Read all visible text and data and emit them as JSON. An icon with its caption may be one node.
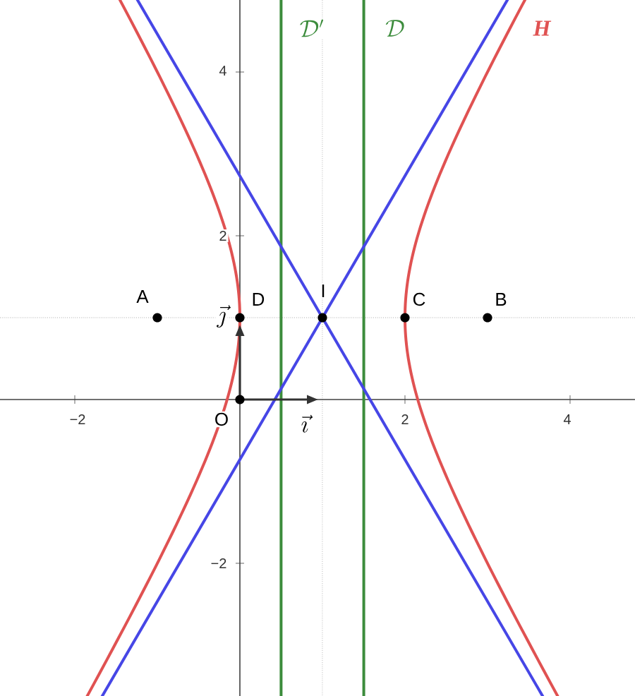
{
  "diagram": {
    "labels": [
      "\\mathcal{D}'",
      "\\mathcal{D}",
      "H",
      "4",
      "2",
      "A",
      "D",
      "I",
      "C",
      "B",
      "\\vec{\\jmath}",
      "−2",
      "2",
      "4",
      "O",
      "\\vec{\\imath}",
      "−2"
    ]
  }
}
